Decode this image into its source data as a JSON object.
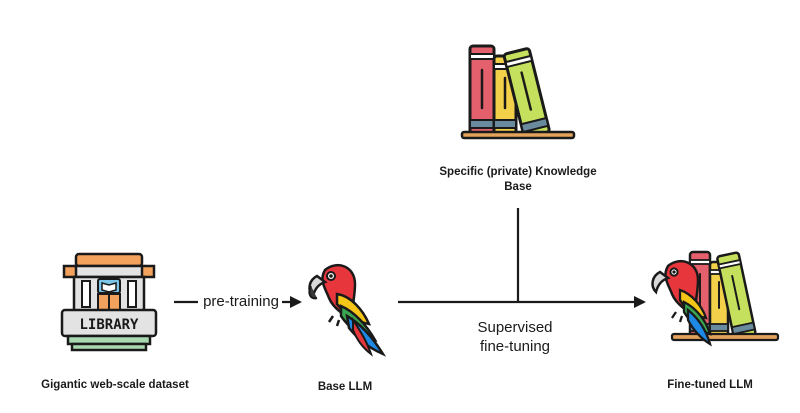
{
  "nodes": {
    "library": {
      "label": "Gigantic web-scale dataset",
      "sign_text": "LIBRARY",
      "icon": "library-building-icon"
    },
    "base_llm": {
      "label": "Base LLM",
      "icon": "parrot-icon"
    },
    "knowledge_base": {
      "label_line1": "Specific (private) Knowledge",
      "label_line2": "Base",
      "icon": "books-icon"
    },
    "finetuned_llm": {
      "label": "Fine-tuned LLM",
      "icon": "parrot-with-books-icon"
    }
  },
  "edges": {
    "pretraining": {
      "label": "pre-training"
    },
    "finetuning": {
      "label_line1": "Supervised",
      "label_line2": "fine-tuning"
    }
  },
  "colors": {
    "outline": "#1a1a1a",
    "book_red": "#e4606d",
    "book_yellow": "#f2d04a",
    "book_green": "#c5e05c",
    "shelf": "#e3a35b",
    "parrot_red": "#e8373c",
    "parrot_yellow": "#f5c518",
    "parrot_blue": "#1e88e5",
    "parrot_green": "#3aa651",
    "library_orange": "#f2a25c",
    "library_gray": "#e3e3e3",
    "library_green": "#a9d9b0",
    "library_blue": "#7bc6e8"
  }
}
